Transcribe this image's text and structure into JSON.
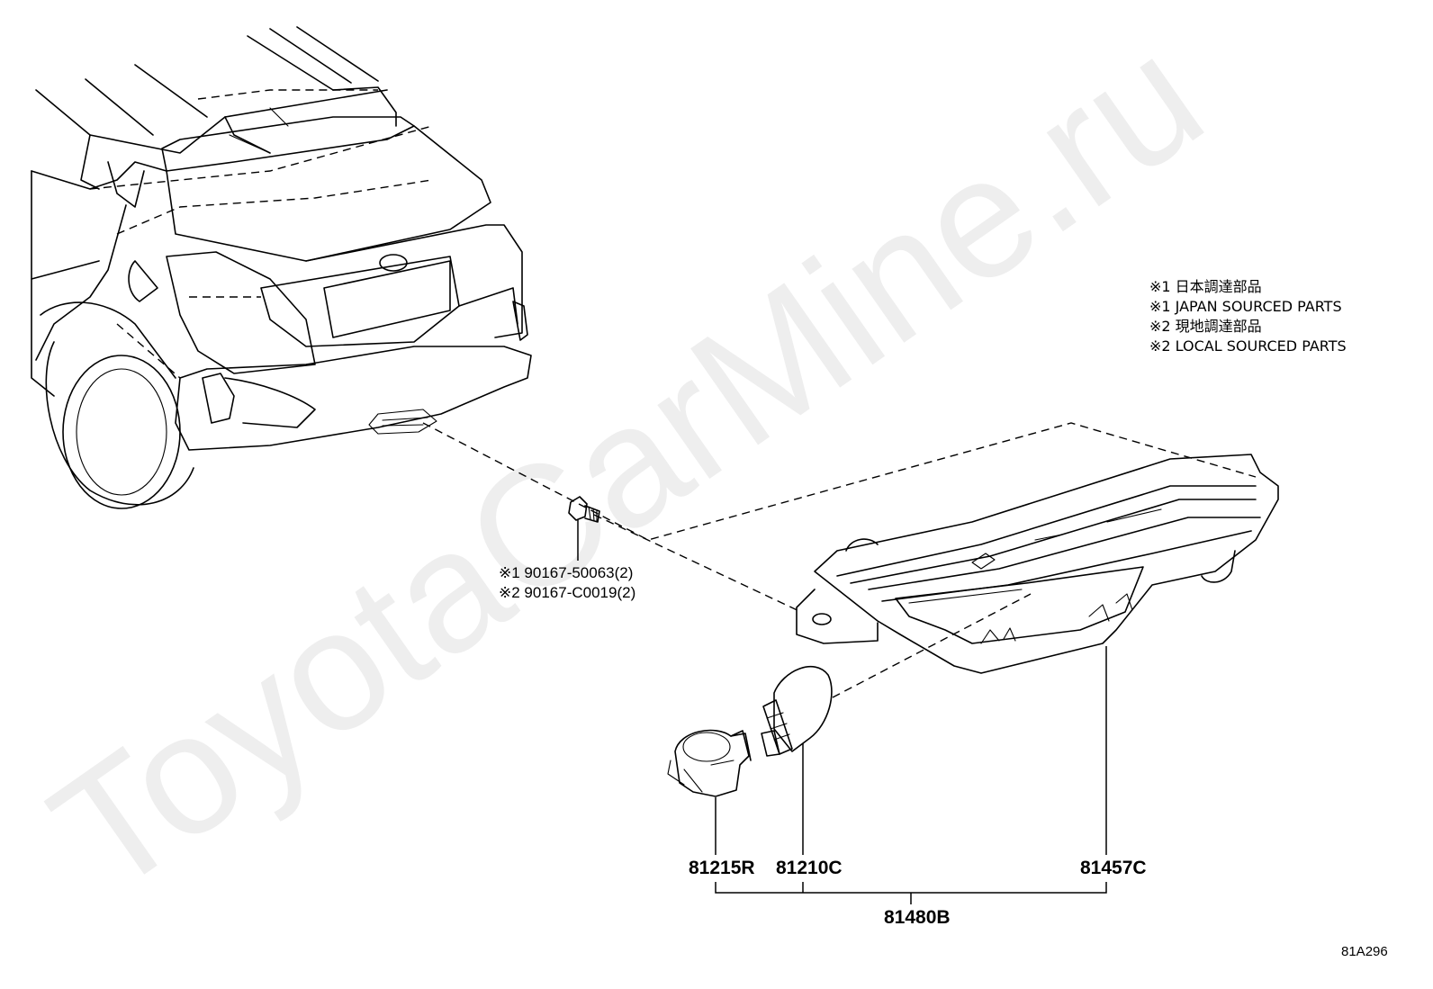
{
  "watermark": "ToyotaCarMine.ru",
  "legend": [
    "※1 日本調達部品",
    "※1 JAPAN SOURCED PARTS",
    "※2 現地調達部品",
    "※2 LOCAL SOURCED PARTS"
  ],
  "parts": {
    "screw_line1": "※1 90167-50063(2)",
    "screw_line2": "※2 90167-C0019(2)",
    "socket": "81215R",
    "bulb": "81210C",
    "lens": "81457C",
    "assembly": "81480B"
  },
  "figure_id": "81A296"
}
